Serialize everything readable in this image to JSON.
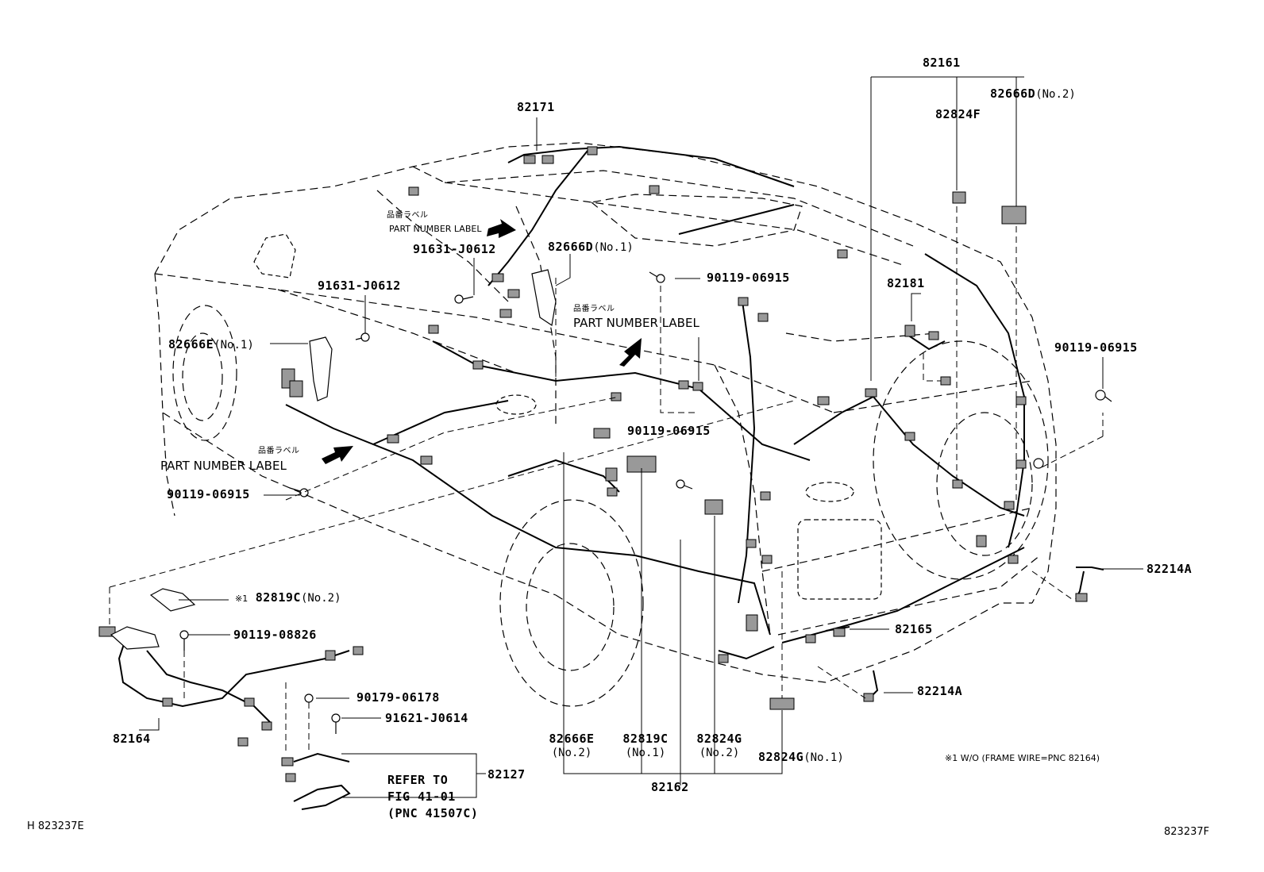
{
  "labels": {
    "p82171": "82171",
    "p82161": "82161",
    "p82666D_no2": "82666D",
    "no2_a": "(No.2)",
    "p82824F": "82824F",
    "jp_label_1": "品番ラベル",
    "pnl_1": "PART NUMBER LABEL",
    "p91631_a": "91631-J0612",
    "p82666D_no1": "82666D",
    "no1_a": "(No.1)",
    "p90119_a": "90119-06915",
    "p82181": "82181",
    "p91631_b": "91631-J0612",
    "jp_label_2": "品番ラベル",
    "pnl_2": "PART NUMBER LABEL",
    "p82666E_no1": "82666E",
    "no1_b": "(No.1)",
    "p90119_b": "90119-06915",
    "p90119_c": "90119-06915",
    "jp_label_3": "品番ラベル",
    "pnl_3": "PART NUMBER LABEL",
    "p90119_d": "90119-06915",
    "p82214A_a": "82214A",
    "mark1": "※1",
    "p82819C_no2": "82819C",
    "no2_b": "(No.2)",
    "p90119_08826": "90119-08826",
    "p82165": "82165",
    "p82214A_b": "82214A",
    "p90179": "90179-06178",
    "p91621": "91621-J0614",
    "p82164": "82164",
    "p82666E_no2": "82666E",
    "no2_c": "(No.2)",
    "p82819C_no1": "82819C",
    "no1_c": "(No.1)",
    "p82824G_no2": "82824G",
    "no2_d": "(No.2)",
    "p82824G_no1": "82824G",
    "no1_d": "(No.1)",
    "footnote": "※1 W/O (FRAME WIRE=PNC 82164)",
    "p82127": "82127",
    "refer1": "REFER TO",
    "refer2": "FIG 41-01",
    "refer3": "(PNC 41507C)",
    "p82162": "82162",
    "code_left": "H 823237E",
    "code_right": "823237F"
  }
}
